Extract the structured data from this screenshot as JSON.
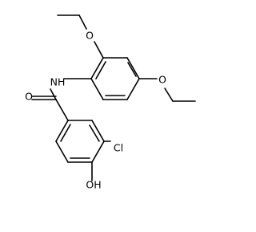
{
  "molecule": {
    "atom_labels": {
      "amide_nh": "NH",
      "carbonyl_o": "O",
      "chloro": "Cl",
      "hydroxyl": "OH",
      "methoxy_ortho_o": "O",
      "methoxy_para_o": "O"
    },
    "colors": {
      "bond": "#000000",
      "label": "#000000",
      "background": "#ffffff"
    }
  }
}
